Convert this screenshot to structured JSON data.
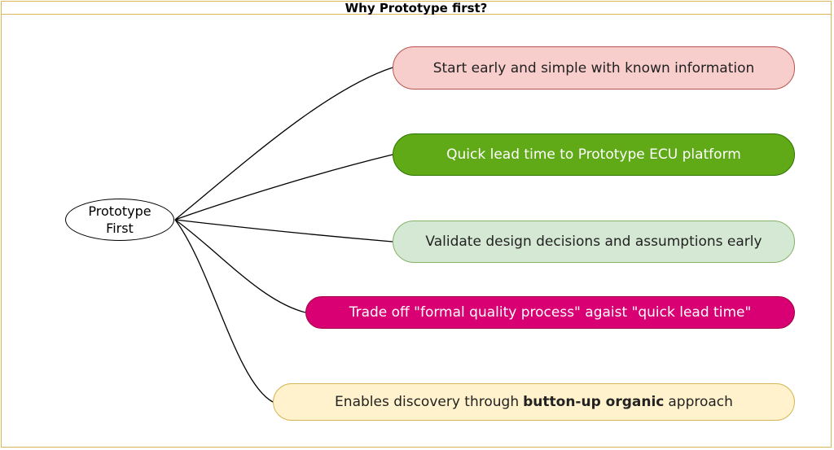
{
  "title": "Why Prototype first?",
  "root": {
    "label": "Prototype First"
  },
  "branches": [
    {
      "text": "Start early and simple with known information",
      "fill": "#f8cecc",
      "stroke": "#b85450"
    },
    {
      "text": "Quick lead time to Prototype ECU platform",
      "fill": "#60a917",
      "stroke": "#2d7600"
    },
    {
      "text": "Validate design decisions and assumptions early",
      "fill": "#d5e8d4",
      "stroke": "#82b366"
    },
    {
      "text": "Trade off \"formal quality process\" agaist \"quick lead time\"",
      "fill": "#d80073",
      "stroke": "#a50040"
    },
    {
      "text_before": "Enables discovery through",
      "text_bold": "button-up organic",
      "text_after": "approach",
      "fill": "#fff2cc",
      "stroke": "#d6b656"
    }
  ],
  "colors": {
    "frame": "#d6b656",
    "connector": "#000000"
  }
}
